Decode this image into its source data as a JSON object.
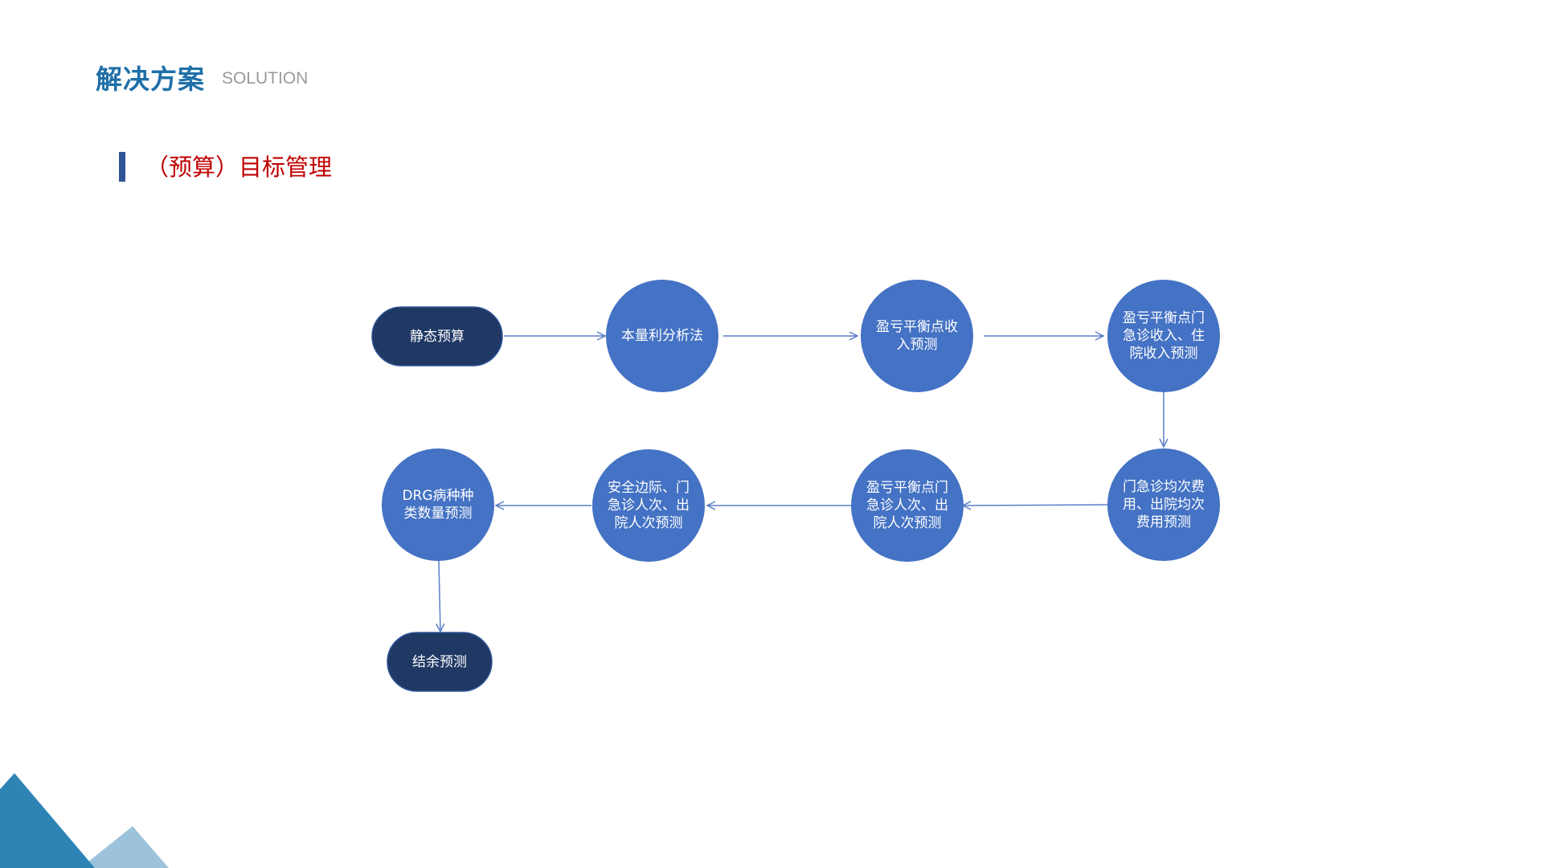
{
  "header": {
    "title": "解决方案",
    "subtitle": "SOLUTION"
  },
  "section": {
    "title": "（预算）目标管理"
  },
  "colors": {
    "title_blue": "#1f6fa8",
    "section_red": "#c00000",
    "section_bar": "#2f5597",
    "circle_fill": "#4472c4",
    "pill_fill": "#1f3864",
    "arrow": "#5b7fc9",
    "deco_dark": "#2e84b5",
    "deco_light": "#9dc3dc"
  },
  "flow": {
    "nodes": [
      {
        "id": "n1",
        "label": "静态预算",
        "shape": "pill"
      },
      {
        "id": "n2",
        "label": "本量利分析法",
        "shape": "circle"
      },
      {
        "id": "n3",
        "label": "盈亏平衡点收入预测",
        "shape": "circle"
      },
      {
        "id": "n4",
        "label": "盈亏平衡点门急诊收入、住院收入预测",
        "shape": "circle"
      },
      {
        "id": "n5",
        "label": "门急诊均次费用、出院均次费用预测",
        "shape": "circle"
      },
      {
        "id": "n6",
        "label": "盈亏平衡点门急诊人次、出院人次预测",
        "shape": "circle"
      },
      {
        "id": "n7",
        "label": "安全边际、门急诊人次、出院人次预测",
        "shape": "circle"
      },
      {
        "id": "n8",
        "label": "DRG病种种类数量预测",
        "shape": "circle"
      },
      {
        "id": "n9",
        "label": "结余预测",
        "shape": "pill"
      }
    ],
    "edges": [
      [
        "n1",
        "n2"
      ],
      [
        "n2",
        "n3"
      ],
      [
        "n3",
        "n4"
      ],
      [
        "n4",
        "n5"
      ],
      [
        "n5",
        "n6"
      ],
      [
        "n6",
        "n7"
      ],
      [
        "n7",
        "n8"
      ],
      [
        "n8",
        "n9"
      ]
    ]
  }
}
